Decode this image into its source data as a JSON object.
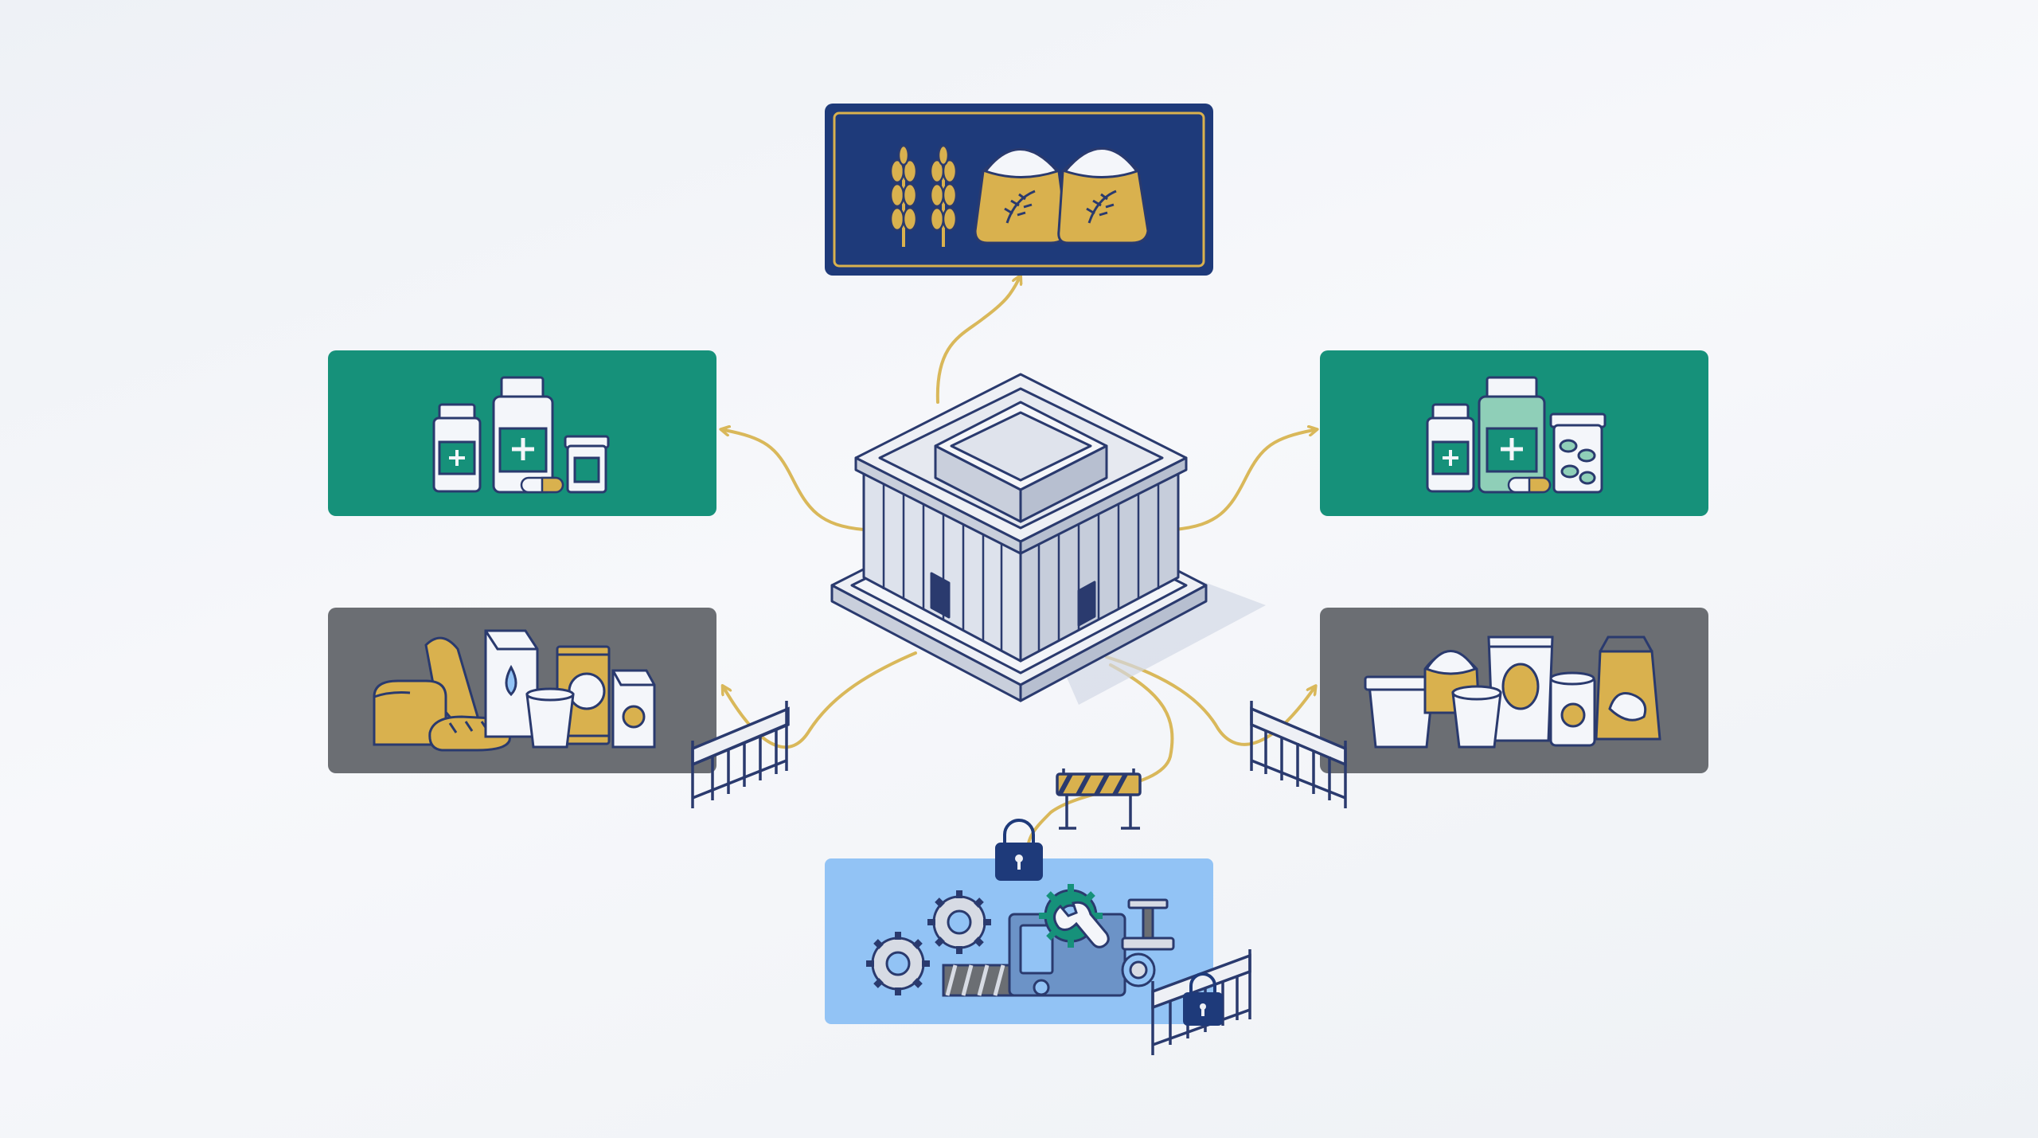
{
  "colors": {
    "background": "#f2f4f8",
    "navy": "#1e3a7a",
    "gold": "#d9b14e",
    "green": "#16917a",
    "gray": "#6b6e73",
    "light_blue": "#92c3f5",
    "outline": "#2a3a6e",
    "building_fill": "#dfe3ec",
    "arrow": "#d9b85a"
  },
  "center": {
    "icon": "government-building-icon"
  },
  "boxes": [
    {
      "id": "grain",
      "color_key": "navy",
      "icons": [
        "wheat-stalk-icon",
        "wheat-stalk-icon",
        "flour-sack-icon",
        "flour-sack-icon"
      ]
    },
    {
      "id": "medicine-left",
      "color_key": "green",
      "icons": [
        "medicine-bottle-icon",
        "medicine-bottle-icon",
        "pill-jar-icon",
        "capsule-icon"
      ]
    },
    {
      "id": "medicine-right",
      "color_key": "green",
      "icons": [
        "medicine-bottle-icon",
        "medicine-bottle-icon",
        "pill-jar-icon",
        "capsule-icon"
      ]
    },
    {
      "id": "food-left",
      "color_key": "gray",
      "icons": [
        "bread-icon",
        "milk-carton-icon",
        "snack-pack-icon",
        "juice-carton-icon",
        "cup-icon"
      ],
      "blocked": true
    },
    {
      "id": "food-right",
      "color_key": "gray",
      "icons": [
        "container-icon",
        "flour-bag-icon",
        "snack-bag-icon",
        "cup-icon",
        "can-icon",
        "paper-bag-icon"
      ],
      "blocked": true
    },
    {
      "id": "industrial",
      "color_key": "light_blue",
      "icons": [
        "gear-icon",
        "gear-icon",
        "gear-icon",
        "machine-icon",
        "wrench-icon",
        "conveyor-icon"
      ],
      "blocked": true,
      "locked": true
    }
  ],
  "barriers": [
    "gate-barrier-icon",
    "gate-barrier-icon",
    "road-barrier-icon",
    "locked-gate-icon"
  ]
}
